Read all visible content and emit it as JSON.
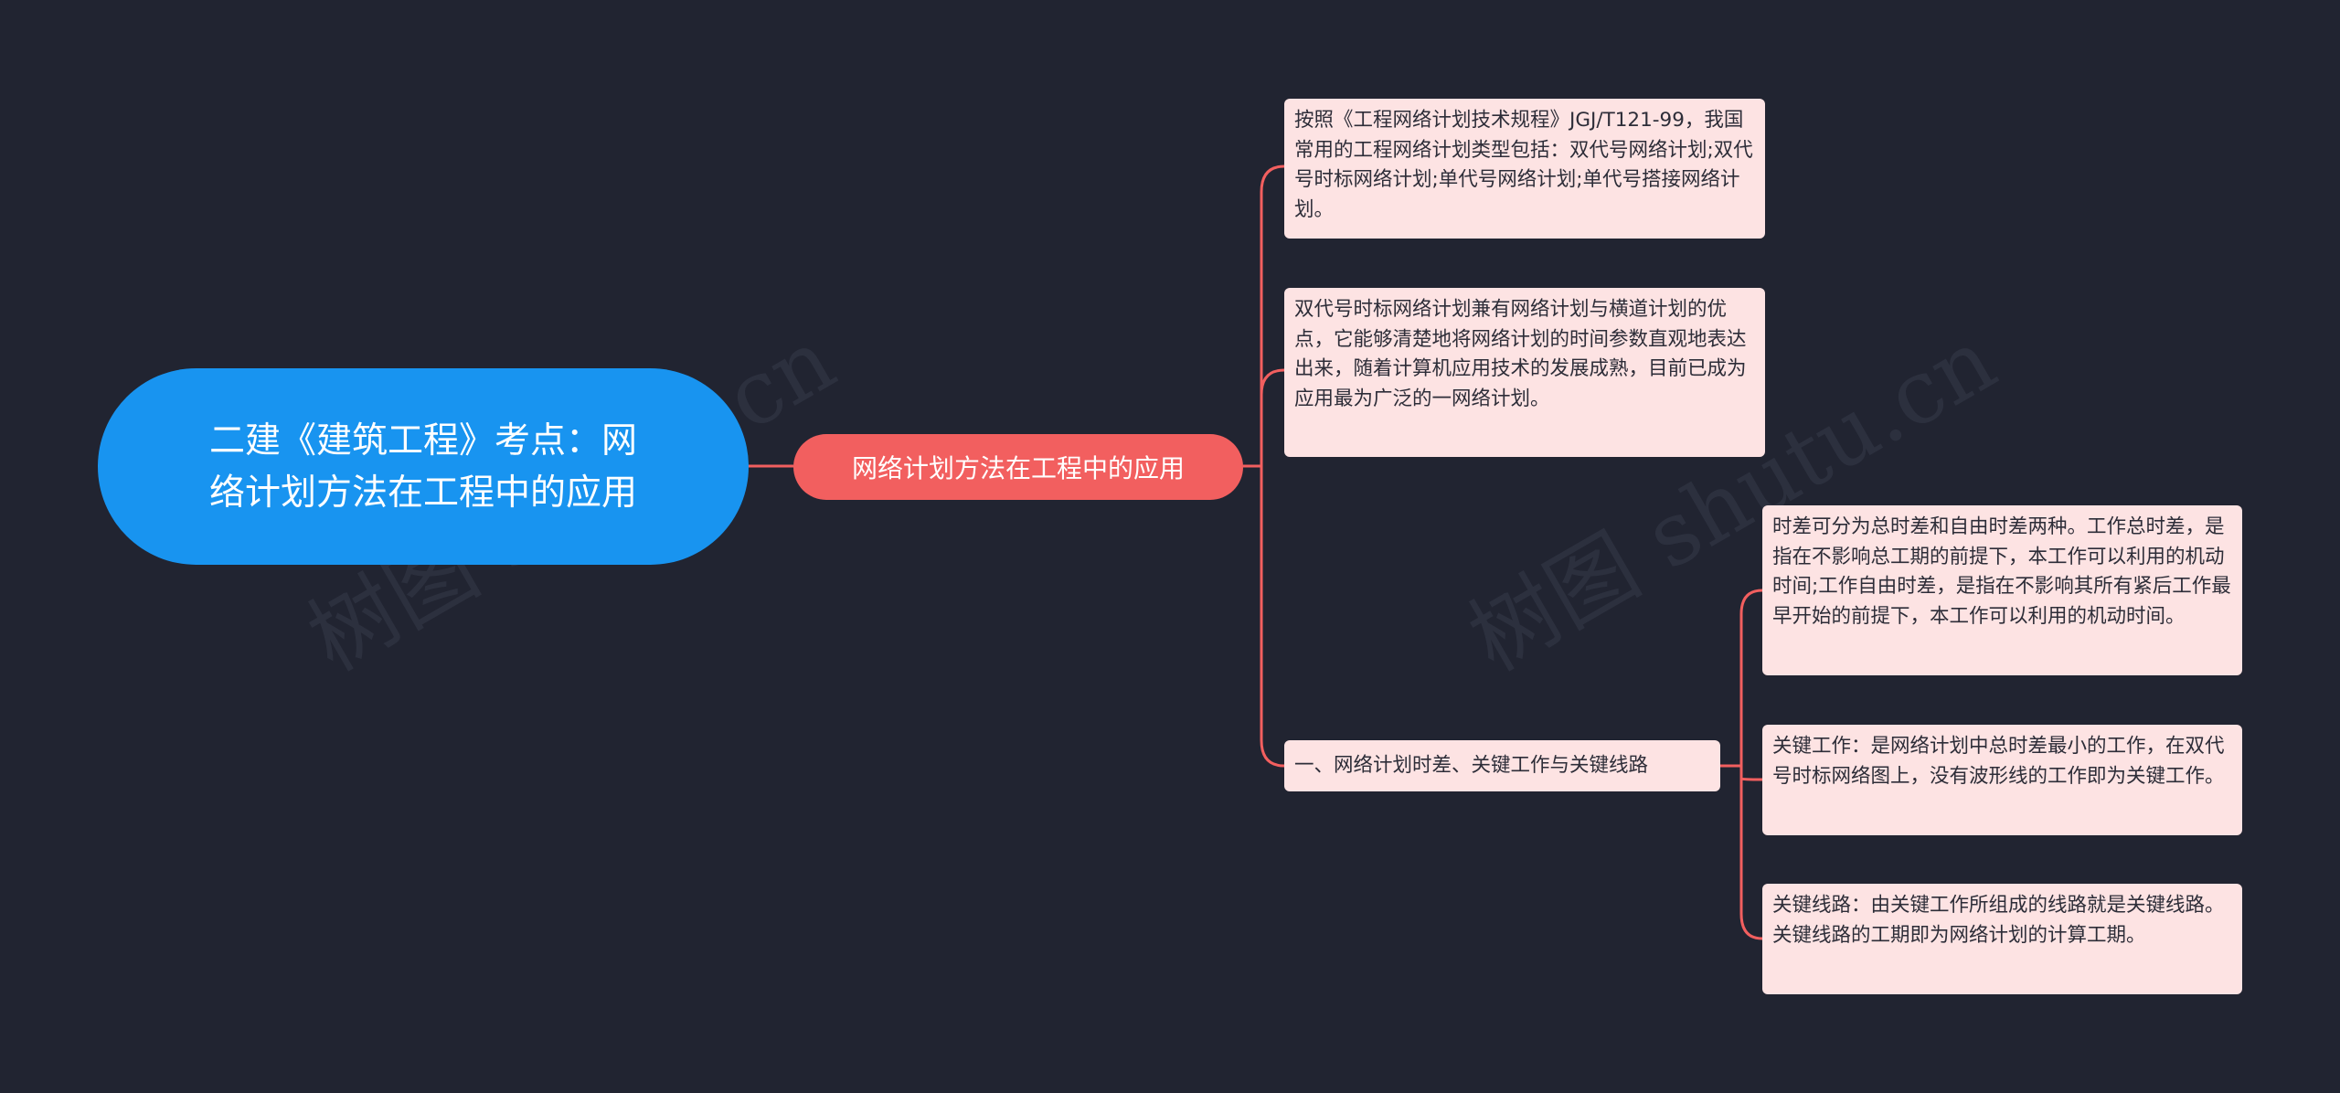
{
  "watermarks": [
    "树图 shutu.cn",
    "树图 shutu.cn"
  ],
  "colors": {
    "background": "#212431",
    "root_fill": "#1894f0",
    "mid_fill": "#f25f5f",
    "leaf_fill": "#fde3e3",
    "connector": "#f25f5f"
  },
  "mindmap": {
    "root": {
      "text": "二建《建筑工程》考点：网络计划方法在工程中的应用"
    },
    "main_branch": {
      "text": "网络计划方法在工程中的应用"
    },
    "branches": [
      {
        "text": "按照《工程网络计划技术规程》JGJ/T121-99，我国常用的工程网络计划类型包括：双代号网络计划;双代号时标网络计划;单代号网络计划;单代号搭接网络计划。"
      },
      {
        "text": "双代号时标网络计划兼有网络计划与横道计划的优点，它能够清楚地将网络计划的时间参数直观地表达出来，随着计算机应用技术的发展成熟，目前已成为应用最为广泛的一网络计划。"
      },
      {
        "text": "一、网络计划时差、关键工作与关键线路",
        "children": [
          {
            "text": "时差可分为总时差和自由时差两种。工作总时差，是指在不影响总工期的前提下，本工作可以利用的机动时间;工作自由时差，是指在不影响其所有紧后工作最早开始的前提下，本工作可以利用的机动时间。"
          },
          {
            "text": "关键工作：是网络计划中总时差最小的工作，在双代号时标网络图上，没有波形线的工作即为关键工作。"
          },
          {
            "text": "关键线路：由关键工作所组成的线路就是关键线路。关键线路的工期即为网络计划的计算工期。"
          }
        ]
      }
    ]
  }
}
